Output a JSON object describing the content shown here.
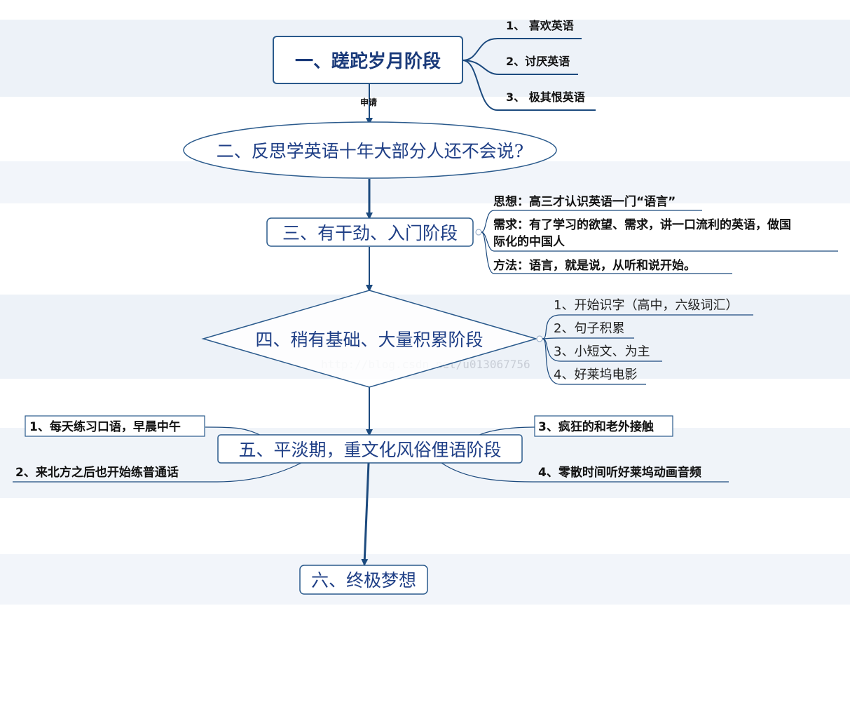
{
  "stages": {
    "s1": "一、蹉跎岁月阶段",
    "s2": "二、反思学英语十年大部分人还不会说?",
    "s3": "三、有干劲、入门阶段",
    "s4": "四、稍有基础、大量积累阶段",
    "s5": "五、平淡期，重文化风俗俚语阶段",
    "s6": "六、终极梦想"
  },
  "arrow_label": "申请",
  "s1_branches": [
    "1、  喜欢英语",
    "2、讨厌英语",
    "3、  极其恨英语"
  ],
  "s3_branches": {
    "thought": "思想：高三才认识英语一门“语言”",
    "need_line1": "需求：有了学习的欲望、需求，讲一口流利的英语，做国",
    "need_line2": "际化的中国人",
    "method": "方法：语言，就是说，从听和说开始。"
  },
  "s4_branches": [
    "1、开始识字（高中，六级词汇）",
    "2、句子积累",
    "3、小短文、为主",
    "4、好莱坞电影"
  ],
  "s5_branches": {
    "left_1": "1、每天练习口语，早晨中午",
    "left_2": "2、来北方之后也开始练普通话",
    "right_3": "3、疯狂的和老外接触",
    "right_4": "4、零散时间听好莱坞动画音频"
  },
  "watermark": "http://blog.csdn.net/u013067756",
  "colors": {
    "line": "#1c4a7e",
    "node_border": "#2a5a8c",
    "stage_text": "#1f3f86",
    "band": "#eaf0f7"
  }
}
